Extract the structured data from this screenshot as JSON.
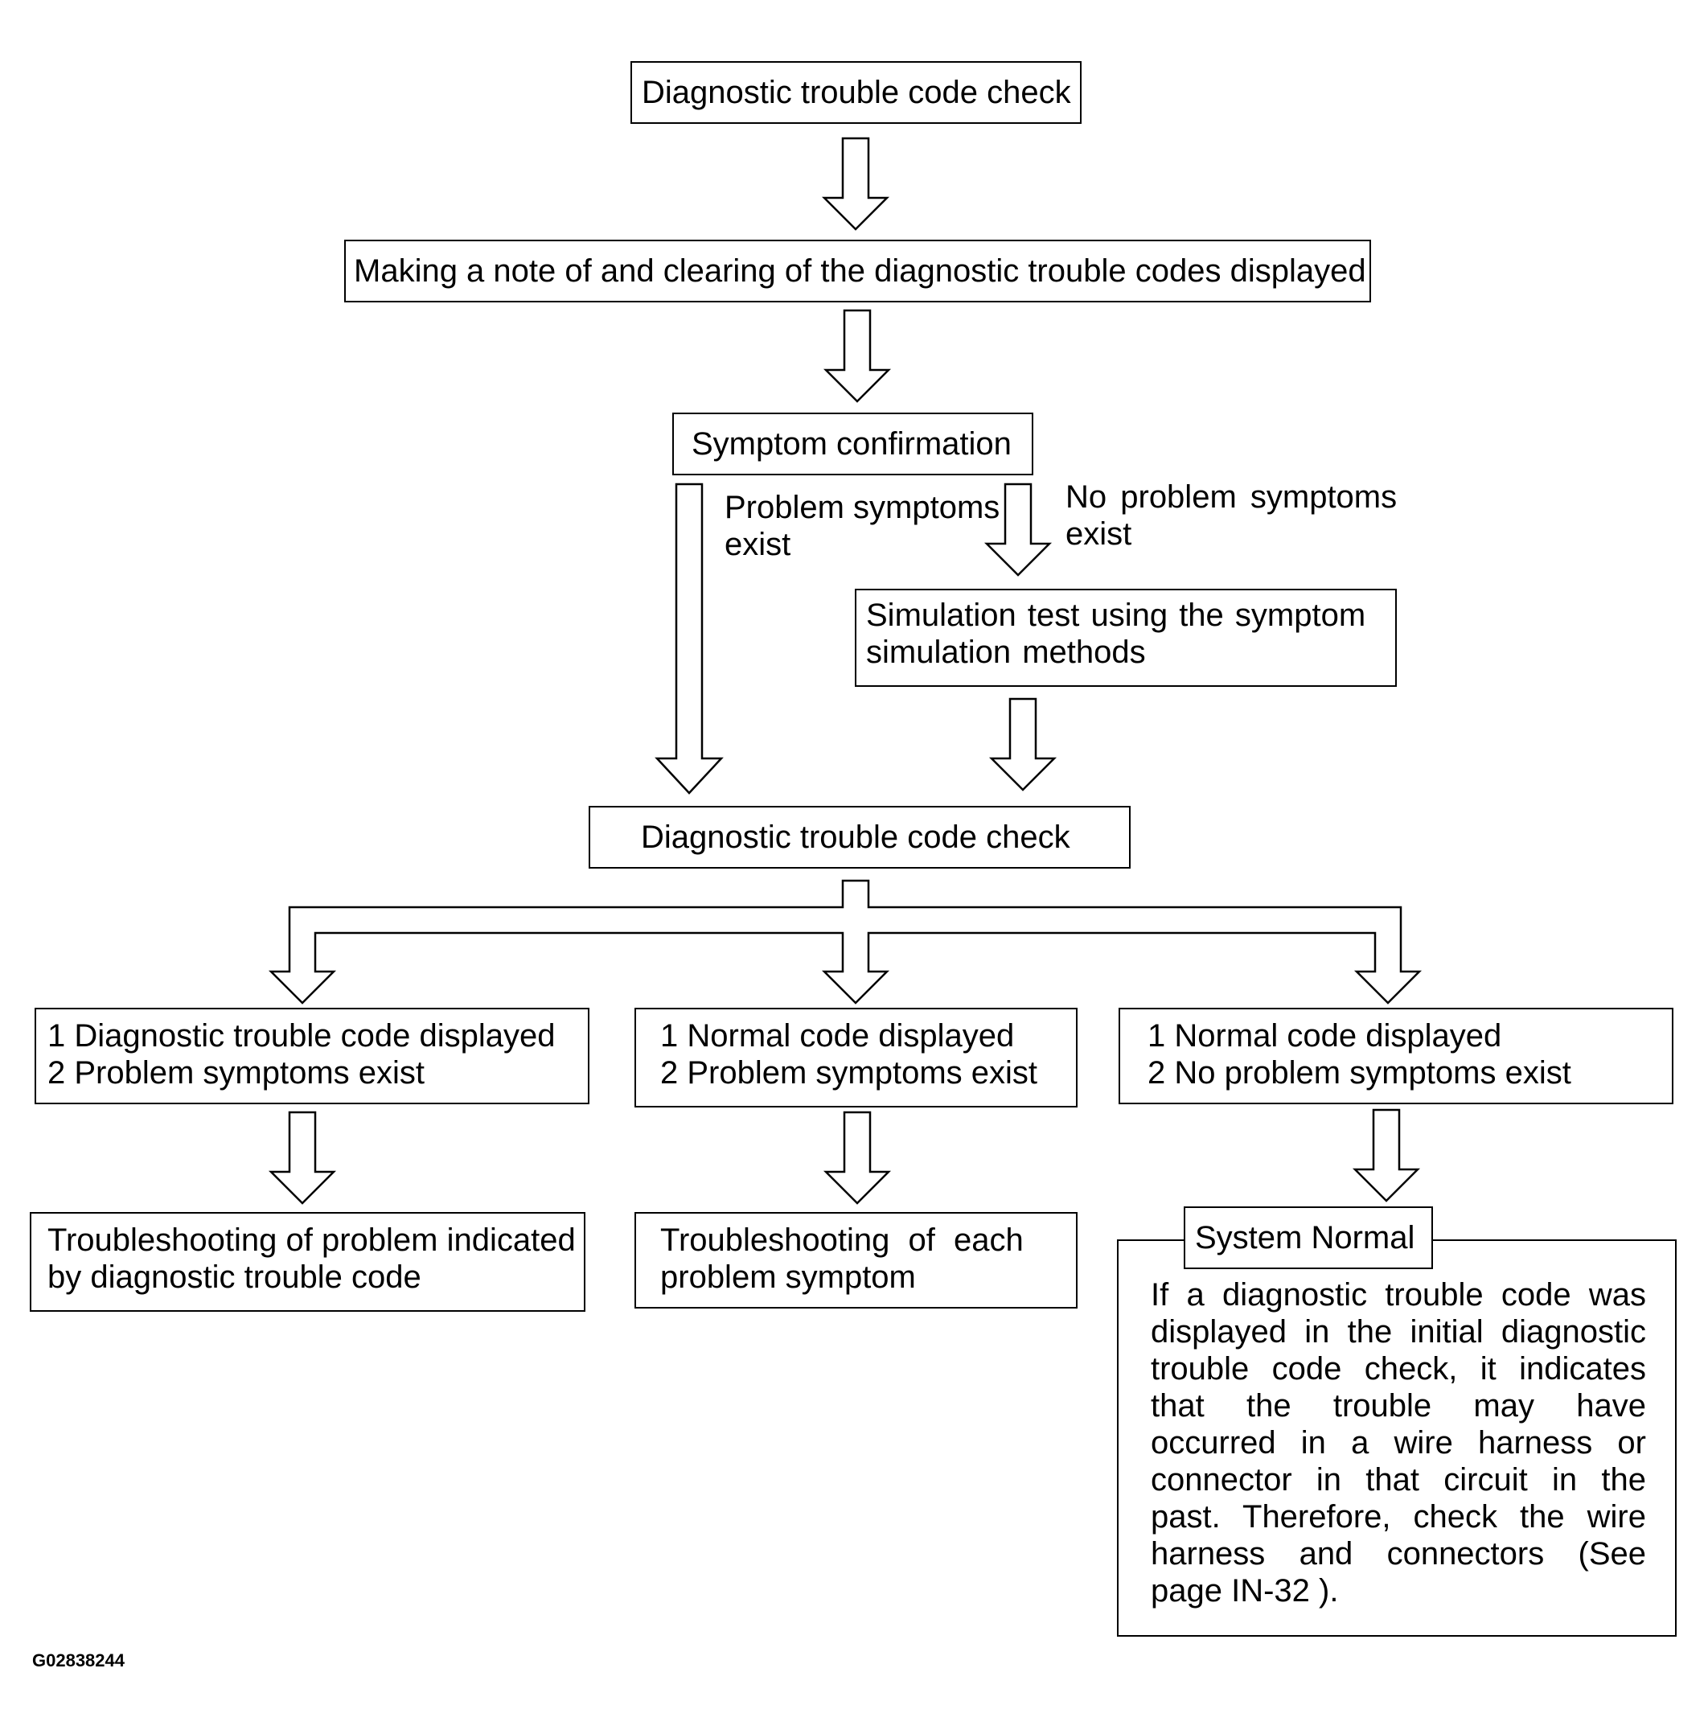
{
  "nodes": {
    "dtc_check_top": "Diagnostic trouble code check",
    "note_and_clear": "Making a note of and clearing of the diagnostic trouble codes displayed",
    "symptom_confirmation": "Symptom confirmation",
    "branch_problem": [
      "Problem symptoms",
      "exist"
    ],
    "branch_no_problem": [
      "No problem symptoms",
      "exist"
    ],
    "simulation_test": [
      "Simulation test using the symptom",
      "simulation methods"
    ],
    "dtc_check_second": "Diagnostic trouble code check",
    "case_1": [
      "1 Diagnostic trouble code displayed",
      "2 Problem symptoms exist"
    ],
    "case_2": [
      "1 Normal code displayed",
      "2 Problem symptoms exist"
    ],
    "case_3": [
      "1 Normal code displayed",
      "2 No problem symptoms exist"
    ],
    "result_1": [
      "Troubleshooting of problem indicated",
      "by diagnostic trouble code"
    ],
    "result_2": [
      "Troubleshooting of each",
      "problem symptom"
    ],
    "system_normal_title": "System Normal",
    "system_normal_body": "If a diagnostic trouble code was displayed in the initial diagnostic trouble code check, it indicates that the trouble may have occurred in a wire harness or connector in that circuit in the past. Therefore, check the wire harness and connectors (See page IN-32 )."
  },
  "figure_code": "G02838244"
}
